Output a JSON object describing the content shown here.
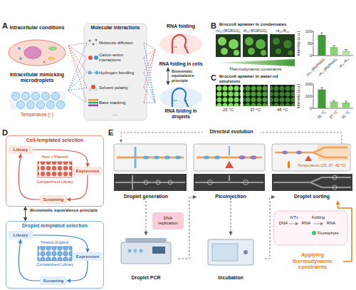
{
  "diagram": {
    "nodes": [
      {
        "text": [
          "Intracellular conditions"
        ]
      },
      {
        "text": [
          "Intracellular mimicking microdroplets"
        ]
      },
      {
        "text": [
          "Molecular interactions"
        ]
      },
      {
        "text": [
          "Molecule diffusion"
        ],
        "in": 2
      },
      {
        "text": [
          "Cation-anion interactions"
        ],
        "in": 2
      },
      {
        "text": [
          "Hydrogen bonding"
        ],
        "in": 2
      },
      {
        "text": [
          "Solvent polarity"
        ],
        "in": 2
      },
      {
        "text": [
          "Base stacking"
        ],
        "in": 2
      },
      {
        "text": [
          "RNA folding in cells"
        ]
      },
      {
        "text": [
          "RNA folding in droplets"
        ]
      },
      {
        "text": [
          "Cell-templated selection"
        ]
      },
      {
        "text": [
          "Library"
        ],
        "in": 10
      },
      {
        "text": [
          "Expression"
        ],
        "in": 10
      },
      {
        "text": [
          "Screening"
        ],
        "in": 10
      },
      {
        "text": [
          "Droplet-templated selection"
        ]
      },
      {
        "text": [
          "Library"
        ],
        "in": 14
      },
      {
        "text": [
          "Expression"
        ],
        "in": 14
      },
      {
        "text": [
          "Screening"
        ],
        "in": 14
      },
      {
        "text": [
          "Droplet generation"
        ]
      },
      {
        "text": [
          "Picoinjection"
        ]
      },
      {
        "text": [
          "Droplet sorting"
        ]
      },
      {
        "text": [
          "DNA replication"
        ]
      },
      {
        "text": [
          "Droplet PCR"
        ]
      },
      {
        "text": [
          "Incubation"
        ]
      },
      {
        "text": [
          "Applying thermodynamic constraints"
        ]
      }
    ],
    "edges": [
      {
        "from": 0,
        "to": 3,
        "arrow": "none"
      },
      {
        "from": 0,
        "to": 4,
        "arrow": "none"
      },
      {
        "from": 0,
        "to": 5,
        "arrow": "none"
      },
      {
        "from": 0,
        "to": 6,
        "arrow": "none"
      },
      {
        "from": 0,
        "to": 7,
        "arrow": "none"
      },
      {
        "from": 1,
        "to": 3,
        "arrow": "none"
      },
      {
        "from": 1,
        "to": 4,
        "arrow": "none"
      },
      {
        "from": 1,
        "to": 5,
        "arrow": "none"
      },
      {
        "from": 1,
        "to": 6,
        "arrow": "none"
      },
      {
        "from": 1,
        "to": 7,
        "arrow": "none"
      },
      {
        "from": 3,
        "to": 8,
        "arrow": "none"
      },
      {
        "from": 4,
        "to": 8,
        "arrow": "none"
      },
      {
        "from": 5,
        "to": 8,
        "arrow": "none"
      },
      {
        "from": 6,
        "to": 8,
        "arrow": "none"
      },
      {
        "from": 7,
        "to": 8,
        "arrow": "none"
      },
      {
        "from": 3,
        "to": 9,
        "arrow": "none"
      },
      {
        "from": 4,
        "to": 9,
        "arrow": "none"
      },
      {
        "from": 5,
        "to": 9,
        "arrow": "none"
      },
      {
        "from": 6,
        "to": 9,
        "arrow": "none"
      },
      {
        "from": 7,
        "to": 9,
        "arrow": "none"
      },
      {
        "from": 8,
        "to": 9,
        "label": "Biomimetic equivalence principle",
        "arrow": "both"
      },
      {
        "from": 11,
        "to": 12,
        "arrow": "to"
      },
      {
        "from": 12,
        "to": 13,
        "arrow": "to"
      },
      {
        "from": 13,
        "to": 11,
        "arrow": "to"
      },
      {
        "from": 15,
        "to": 16,
        "arrow": "to"
      },
      {
        "from": 16,
        "to": 17,
        "arrow": "to"
      },
      {
        "from": 17,
        "to": 15,
        "arrow": "to"
      },
      {
        "from": 10,
        "to": 14,
        "label": "Biomimetic equivalence principle",
        "arrow": "both"
      },
      {
        "from": 18,
        "to": 22,
        "arrow": "to"
      },
      {
        "from": 22,
        "to": 19,
        "arrow": "to"
      },
      {
        "from": 19,
        "to": 23,
        "arrow": "to"
      },
      {
        "from": 23,
        "to": 20,
        "arrow": "to"
      },
      {
        "from": 24,
        "to": 20,
        "arrow": "to"
      }
    ],
    "labels": [
      "A",
      "Temperature (↑)",
      "RNA folding",
      "...",
      "B",
      "Broccoli aptamer in condensates",
      "rU₂₂-[RGRGG]₅",
      "rA₂₂-[RGRGG]₅",
      "rA₂₂-R₁₀",
      "Thermodynamic constraints",
      "Intensity (a.u.)",
      "0",
      "50",
      "100",
      "rU₂₂-[RGRGG]₅",
      "rA₂₂-[RGRGG]₅",
      "rA₂₂-R₁₀",
      "C",
      "Broccoli aptamer in water-oil emulsions",
      "25 °C",
      "37 °C",
      "45 °C",
      "Intensity (a.u.)",
      "0",
      "100",
      "200",
      "25 °C",
      "37 °C",
      "45 °C",
      "D",
      "Host + Plasmid",
      "Compartment Library",
      "Heated droplets",
      "Compartment Library",
      "E",
      "Directed evolution",
      "Temperature (25, 37, 42 °C)",
      "DNA",
      "IVTx",
      "RNA",
      "Folding",
      "RNA",
      "Fluorophore"
    ]
  }
}
